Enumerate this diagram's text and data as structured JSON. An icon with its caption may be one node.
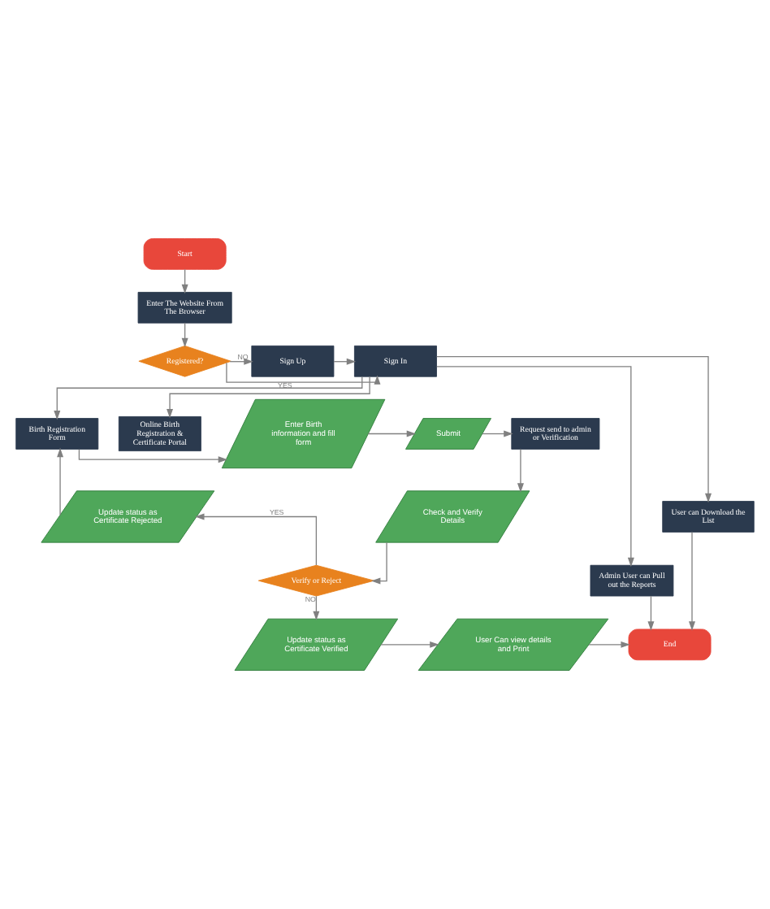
{
  "diagram": {
    "nodes": [
      {
        "text": [
          "Start"
        ]
      },
      {
        "text": [
          "Enter The Website From The Browser"
        ]
      },
      {
        "text": [
          "Registered?"
        ]
      },
      {
        "text": [
          "Sign In"
        ]
      },
      {
        "text": [
          "Sign Up"
        ]
      },
      {
        "text": [
          "Online Birth Registration & Certificate Portal"
        ]
      },
      {
        "text": [
          "Birth Registration Form"
        ]
      },
      {
        "text": [
          "Enter Birth information and fill form"
        ]
      },
      {
        "text": [
          "Submit"
        ]
      },
      {
        "text": [
          "Request send to admin or Verification"
        ]
      },
      {
        "text": [
          "Check and Verify Details"
        ]
      },
      {
        "text": [
          "Update status as Certificate Rejected"
        ]
      },
      {
        "text": [
          "Verify or Reject"
        ]
      },
      {
        "text": [
          "User can Download the List"
        ]
      },
      {
        "text": [
          "Admin User can Pull out the Reports"
        ]
      },
      {
        "text": [
          "Update status as Certificate Verified"
        ]
      },
      {
        "text": [
          "User Can view details and Print"
        ]
      },
      {
        "text": [
          "End"
        ]
      }
    ],
    "edges": [
      {
        "from": 0,
        "to": 1,
        "arrow": "to"
      },
      {
        "from": 1,
        "to": 2,
        "arrow": "to"
      },
      {
        "from": 2,
        "to": 3,
        "arrow": "to",
        "label": "YES"
      },
      {
        "from": 2,
        "to": 4,
        "arrow": "to",
        "label": "NO"
      },
      {
        "from": 4,
        "to": 3,
        "arrow": "to"
      },
      {
        "from": 3,
        "to": 5,
        "arrow": "to"
      },
      {
        "from": 3,
        "to": 6,
        "arrow": "to"
      },
      {
        "from": 3,
        "to": 13,
        "arrow": "to"
      },
      {
        "from": 3,
        "to": 14,
        "arrow": "to"
      },
      {
        "from": 6,
        "to": 7,
        "arrow": "to"
      },
      {
        "from": 7,
        "to": 8,
        "arrow": "to"
      },
      {
        "from": 8,
        "to": 9,
        "arrow": "to"
      },
      {
        "from": 9,
        "to": 10,
        "arrow": "to"
      },
      {
        "from": 10,
        "to": 12,
        "arrow": "to"
      },
      {
        "from": 12,
        "to": 11,
        "arrow": "to",
        "label": "YES"
      },
      {
        "from": 12,
        "to": 15,
        "arrow": "to",
        "label": "NO"
      },
      {
        "from": 11,
        "to": 6,
        "arrow": "to"
      },
      {
        "from": 15,
        "to": 16,
        "arrow": "to"
      },
      {
        "from": 16,
        "to": 17,
        "arrow": "to"
      },
      {
        "from": 13,
        "to": 17,
        "arrow": "to"
      },
      {
        "from": 14,
        "to": 17,
        "arrow": "to"
      }
    ]
  }
}
